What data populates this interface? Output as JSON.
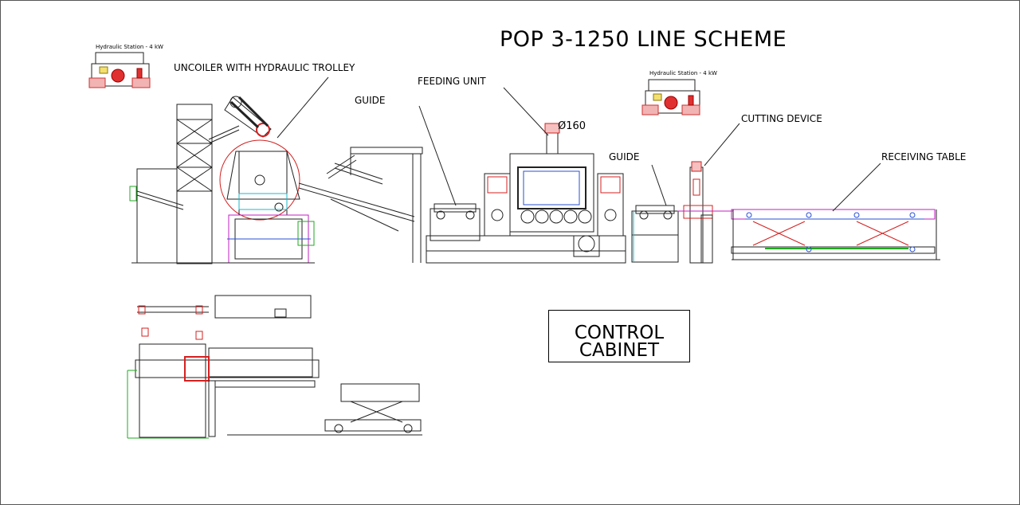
{
  "title": "POP 3-1250 LINE SCHEME",
  "labels": {
    "uncoiler": "UNCOILER WITH HYDRAULIC TROLLEY",
    "guide1": "GUIDE",
    "feeding_unit": "FEEDING UNIT",
    "guide2": "GUIDE",
    "cutting_device": "CUTTING DEVICE",
    "receiving_table": "RECEIVING TABLE",
    "hydraulic_station_1": "Hydraulic Station - 4 kW",
    "hydraulic_station_2": "Hydraulic Station - 4 kW",
    "roll_diameter": "Ø160"
  },
  "control_cabinet": {
    "line1": "CONTROL",
    "line2": "CABINET"
  },
  "colors": {
    "line": "#222222",
    "accent_red": "#d42020",
    "accent_green": "#1faa1f",
    "accent_magenta": "#c21fc2",
    "accent_blue": "#2a4fd6",
    "accent_cyan": "#18b8c8"
  }
}
